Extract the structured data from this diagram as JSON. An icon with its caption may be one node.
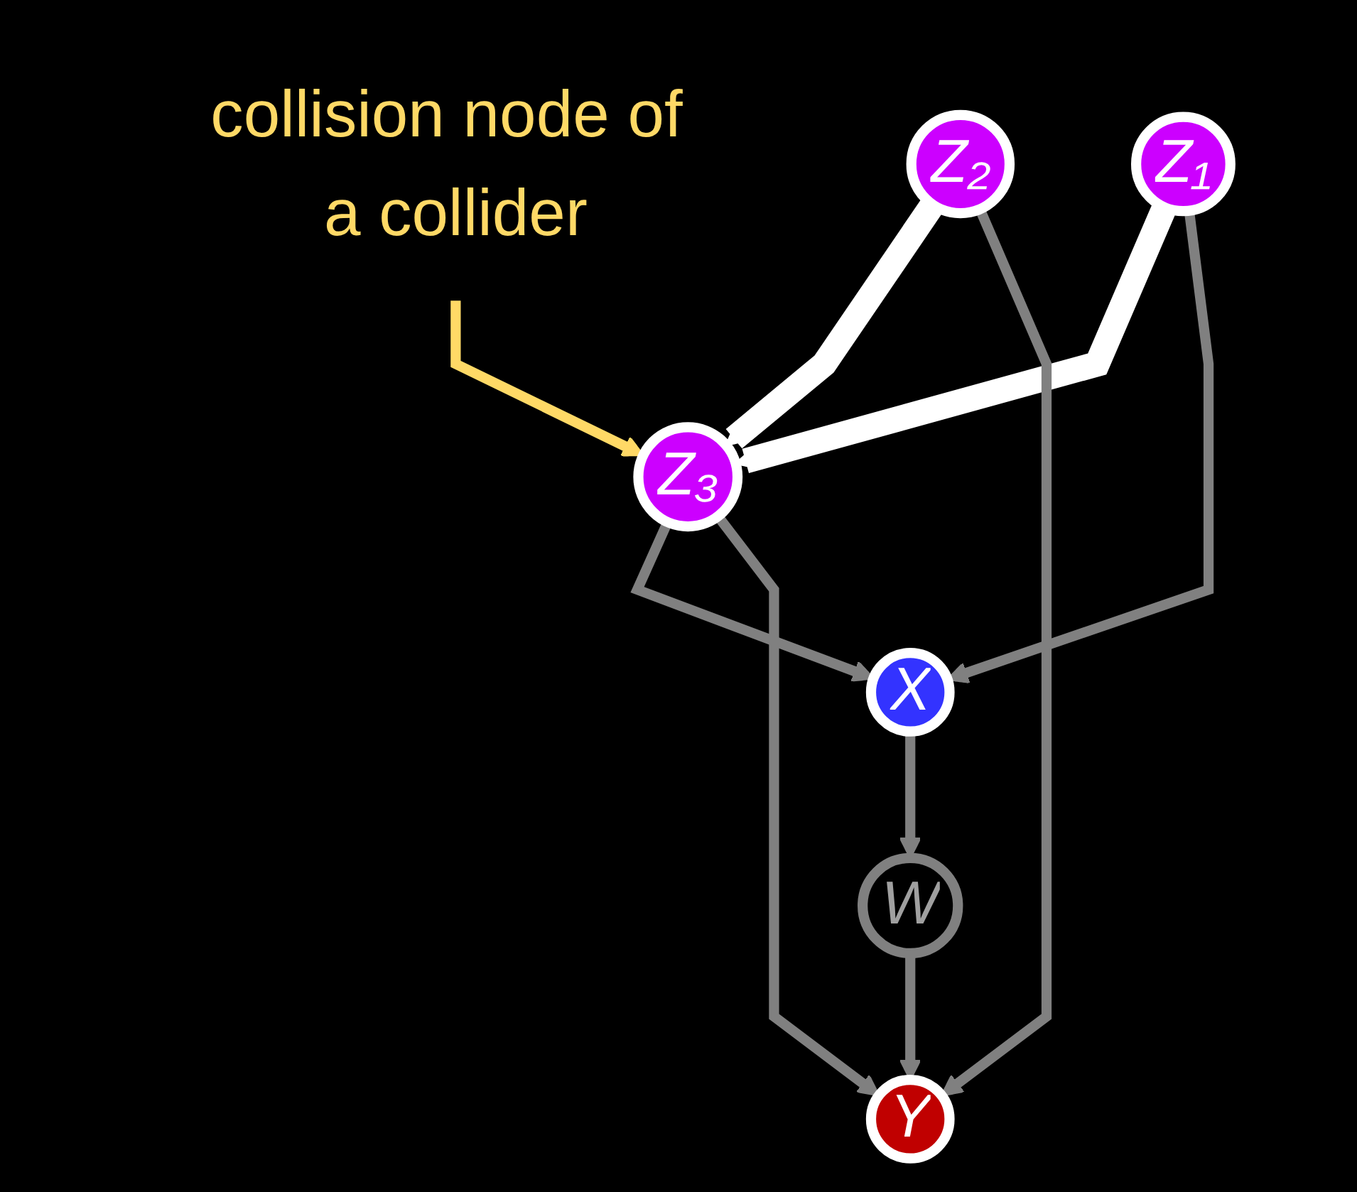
{
  "diagram": {
    "nodes": [
      {
        "text": [
          "collision node of a collider"
        ]
      },
      {
        "text": [
          "Z₁"
        ]
      },
      {
        "text": [
          "Z₂"
        ]
      },
      {
        "text": [
          "Z₃"
        ]
      },
      {
        "text": [
          "X"
        ]
      },
      {
        "text": [
          "W"
        ]
      },
      {
        "text": [
          "Y"
        ]
      }
    ],
    "edges": [
      {
        "from": 0,
        "to": 3,
        "arrow": "to",
        "color": "#ffd966"
      },
      {
        "from": 1,
        "to": 3,
        "arrow": "to",
        "style": "thick",
        "color": "#ffffff"
      },
      {
        "from": 2,
        "to": 3,
        "arrow": "to",
        "style": "thick",
        "color": "#ffffff"
      },
      {
        "from": 1,
        "to": 4,
        "arrow": "to"
      },
      {
        "from": 3,
        "to": 4,
        "arrow": "to"
      },
      {
        "from": 3,
        "to": 6,
        "arrow": "to"
      },
      {
        "from": 2,
        "to": 6,
        "arrow": "to"
      },
      {
        "from": 4,
        "to": 5,
        "arrow": "to"
      },
      {
        "from": 5,
        "to": 6,
        "arrow": "to"
      }
    ]
  }
}
